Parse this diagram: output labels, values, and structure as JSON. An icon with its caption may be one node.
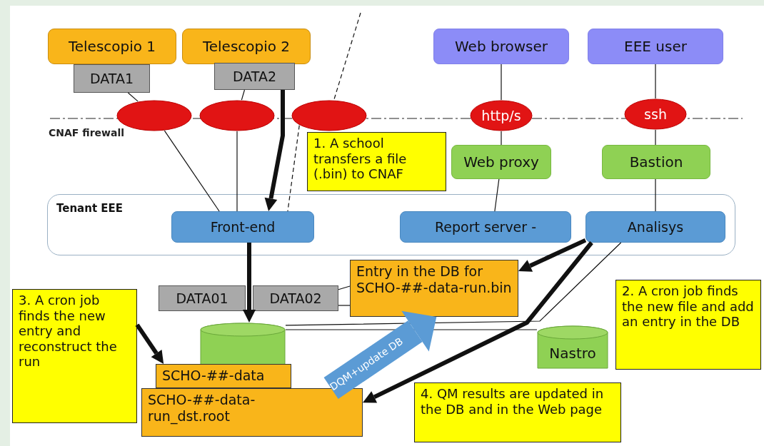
{
  "diagram": {
    "nodes": [
      {
        "text": [
          "Telescopio 1"
        ]
      },
      {
        "text": [
          "Telescopio 2"
        ]
      },
      {
        "text": [
          "DATA1"
        ]
      },
      {
        "text": [
          "DATA2"
        ]
      },
      {
        "text": [
          "Web browser"
        ]
      },
      {
        "text": [
          "EEE user"
        ]
      },
      {
        "text": [],
        "shape": "ellipse"
      },
      {
        "text": [],
        "shape": "ellipse"
      },
      {
        "text": [],
        "shape": "ellipse"
      },
      {
        "text": [
          "http/s"
        ]
      },
      {
        "text": [
          "ssh"
        ]
      },
      {
        "text": [
          "Web proxy"
        ]
      },
      {
        "text": [
          "Bastion"
        ]
      },
      {
        "text": [
          "Tenant EEE"
        ]
      },
      {
        "text": [
          "Front-end"
        ],
        "in": 13
      },
      {
        "text": [
          "Report server -"
        ],
        "in": 13
      },
      {
        "text": [
          "Analisys"
        ],
        "in": 13
      },
      {
        "text": [
          "1. A school transfers a file (.bin) to CNAF"
        ]
      },
      {
        "text": [
          "Entry in the DB for SCHO-##-data-run.bin"
        ]
      },
      {
        "text": [
          "DATA01"
        ]
      },
      {
        "text": [
          "DATA02"
        ]
      },
      {
        "text": [],
        "shape": "cylinder"
      },
      {
        "text": [
          "Nastro"
        ]
      },
      {
        "text": [
          "3. A cron job finds the new entry and reconstruct the run"
        ]
      },
      {
        "text": [
          "SCHO-##-data"
        ]
      },
      {
        "text": [
          "SCHO-##-data-run_dst.root"
        ]
      },
      {
        "text": [
          "2. A cron job finds the new file and add an entry in the DB"
        ]
      },
      {
        "text": [
          "4. QM results are updated in the DB and in the Web page"
        ]
      }
    ],
    "edges": [
      {
        "from": 2,
        "to": 6,
        "arrow": "none"
      },
      {
        "from": 6,
        "to": 14,
        "arrow": "none"
      },
      {
        "from": 3,
        "to": 7,
        "arrow": "none"
      },
      {
        "from": 7,
        "to": 14,
        "arrow": "none"
      },
      {
        "from": null,
        "to": 8,
        "arrow": "none",
        "style": "dashed"
      },
      {
        "from": 8,
        "to": 14,
        "arrow": "none",
        "style": "dashed"
      },
      {
        "from": 3,
        "to": 14,
        "arrow": "to",
        "style": "thick"
      },
      {
        "from": 4,
        "to": 9,
        "arrow": "none"
      },
      {
        "from": 9,
        "to": 11,
        "arrow": "none"
      },
      {
        "from": 11,
        "to": 15,
        "arrow": "none"
      },
      {
        "from": 5,
        "to": 10,
        "arrow": "none"
      },
      {
        "from": 10,
        "to": 12,
        "arrow": "none"
      },
      {
        "from": 12,
        "to": 16,
        "arrow": "none"
      },
      {
        "from": 14,
        "to": 21,
        "arrow": "to",
        "style": "thick"
      },
      {
        "from": 16,
        "to": 18,
        "arrow": "to",
        "style": "thick"
      },
      {
        "from": 16,
        "to": 25,
        "arrow": "to",
        "style": "thick"
      },
      {
        "from": 20,
        "to": 18,
        "arrow": "none"
      },
      {
        "from": 20,
        "to": 18,
        "arrow": "none"
      },
      {
        "from": 21,
        "to": 16,
        "arrow": "none"
      },
      {
        "from": 21,
        "to": 22,
        "arrow": "none"
      },
      {
        "from": 23,
        "to": 24,
        "arrow": "to",
        "style": "thick"
      },
      {
        "from": 25,
        "to": 18,
        "arrow": "to",
        "style": "thick",
        "color": "#5b9bd5",
        "label": "DQM+update DB"
      }
    ],
    "labels": [
      "CNAF firewall"
    ]
  }
}
